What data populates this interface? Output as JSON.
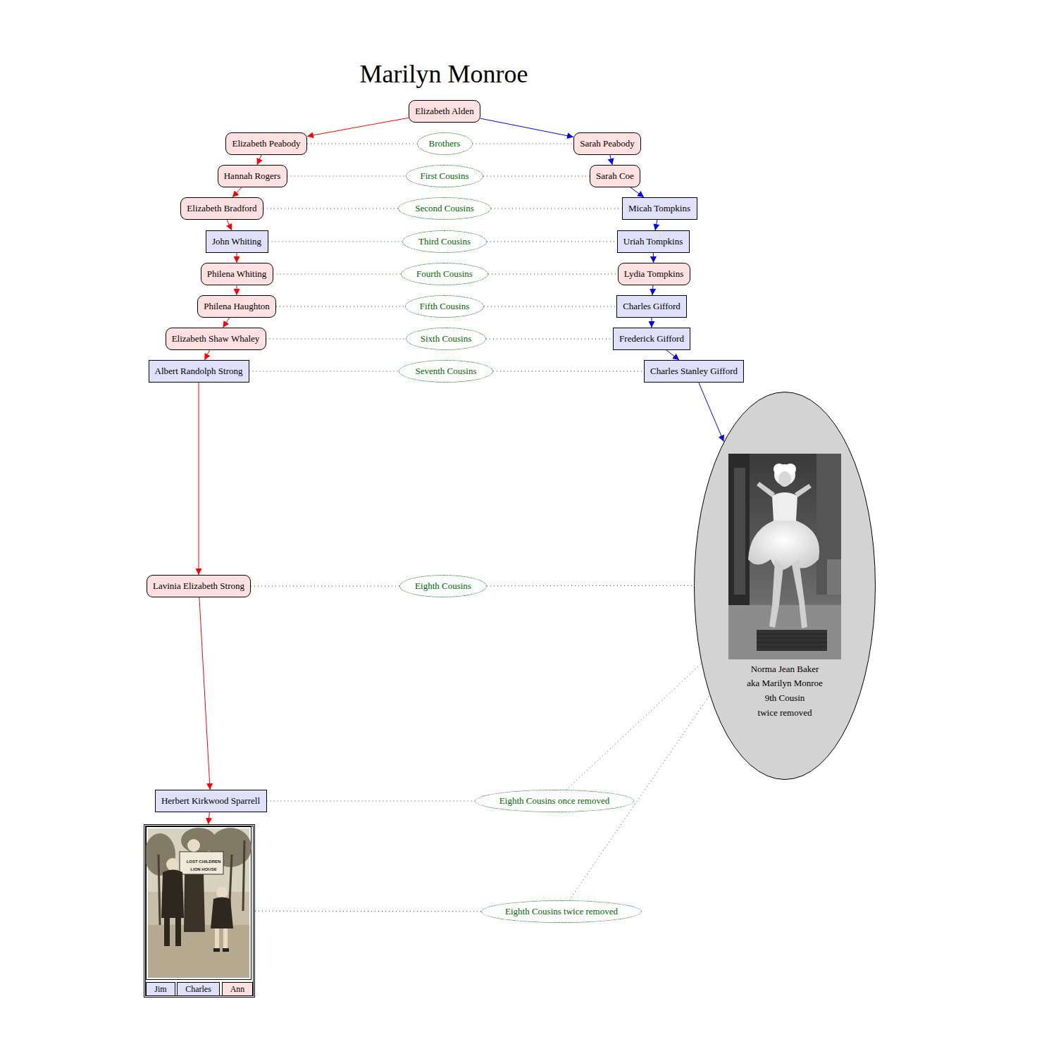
{
  "diagram": {
    "title": "Marilyn Monroe",
    "nodes": [
      {
        "text": [
          "Elizabeth Alden"
        ]
      },
      {
        "text": [
          "Elizabeth Peabody"
        ]
      },
      {
        "text": [
          "Brothers"
        ]
      },
      {
        "text": [
          "Sarah Peabody"
        ]
      },
      {
        "text": [
          "Hannah Rogers"
        ]
      },
      {
        "text": [
          "First Cousins"
        ]
      },
      {
        "text": [
          "Sarah Coe"
        ]
      },
      {
        "text": [
          "Elizabeth Bradford"
        ]
      },
      {
        "text": [
          "Second Cousins"
        ]
      },
      {
        "text": [
          "Micah Tompkins"
        ]
      },
      {
        "text": [
          "John Whiting"
        ]
      },
      {
        "text": [
          "Third Cousins"
        ]
      },
      {
        "text": [
          "Uriah Tompkins"
        ]
      },
      {
        "text": [
          "Philena Whiting"
        ]
      },
      {
        "text": [
          "Fourth Cousins"
        ]
      },
      {
        "text": [
          "Lydia Tompkins"
        ]
      },
      {
        "text": [
          "Philena Haughton"
        ]
      },
      {
        "text": [
          "Fifth Cousins"
        ]
      },
      {
        "text": [
          "Charles Gifford"
        ]
      },
      {
        "text": [
          "Elizabeth Shaw Whaley"
        ]
      },
      {
        "text": [
          "Sixth Cousins"
        ]
      },
      {
        "text": [
          "Frederick Gifford"
        ]
      },
      {
        "text": [
          "Albert Randolph Strong"
        ]
      },
      {
        "text": [
          "Seventh Cousins"
        ]
      },
      {
        "text": [
          "Charles Stanley Gifford"
        ]
      },
      {
        "text": [
          "Norma Jean Baker",
          "aka Marilyn Monroe",
          "9th Cousin",
          "twice removed"
        ]
      },
      {
        "text": [
          "Lavinia Elizabeth Strong"
        ]
      },
      {
        "text": [
          "Eighth Cousins"
        ]
      },
      {
        "text": [
          "Herbert Kirkwood Sparrell"
        ]
      },
      {
        "text": [
          "Eighth Cousins once removed"
        ]
      },
      {
        "text": []
      },
      {
        "text": [
          "Jim"
        ],
        "in": 30
      },
      {
        "text": [
          "Charles"
        ],
        "in": 30
      },
      {
        "text": [
          "Ann"
        ],
        "in": 30
      },
      {
        "text": [
          "Eighth Cousins twice removed"
        ]
      }
    ],
    "edges": [
      {
        "from": 0,
        "to": 1,
        "arrow": "to"
      },
      {
        "from": 0,
        "to": 3,
        "arrow": "to"
      },
      {
        "from": 1,
        "to": 4,
        "arrow": "to"
      },
      {
        "from": 4,
        "to": 7,
        "arrow": "to"
      },
      {
        "from": 7,
        "to": 10,
        "arrow": "to"
      },
      {
        "from": 10,
        "to": 13,
        "arrow": "to"
      },
      {
        "from": 13,
        "to": 16,
        "arrow": "to"
      },
      {
        "from": 16,
        "to": 19,
        "arrow": "to"
      },
      {
        "from": 19,
        "to": 22,
        "arrow": "to"
      },
      {
        "from": 22,
        "to": 26,
        "arrow": "to"
      },
      {
        "from": 26,
        "to": 28,
        "arrow": "to"
      },
      {
        "from": 28,
        "to": 30,
        "arrow": "to"
      },
      {
        "from": 3,
        "to": 6,
        "arrow": "to"
      },
      {
        "from": 6,
        "to": 9,
        "arrow": "to"
      },
      {
        "from": 9,
        "to": 12,
        "arrow": "to"
      },
      {
        "from": 12,
        "to": 15,
        "arrow": "to"
      },
      {
        "from": 15,
        "to": 18,
        "arrow": "to"
      },
      {
        "from": 18,
        "to": 21,
        "arrow": "to"
      },
      {
        "from": 21,
        "to": 24,
        "arrow": "to"
      },
      {
        "from": 24,
        "to": 25,
        "arrow": "to"
      },
      {
        "from": 1,
        "to": 2,
        "arrow": "none"
      },
      {
        "from": 2,
        "to": 3,
        "arrow": "none"
      },
      {
        "from": 4,
        "to": 5,
        "arrow": "none"
      },
      {
        "from": 5,
        "to": 6,
        "arrow": "none"
      },
      {
        "from": 7,
        "to": 8,
        "arrow": "none"
      },
      {
        "from": 8,
        "to": 9,
        "arrow": "none"
      },
      {
        "from": 10,
        "to": 11,
        "arrow": "none"
      },
      {
        "from": 11,
        "to": 12,
        "arrow": "none"
      },
      {
        "from": 13,
        "to": 14,
        "arrow": "none"
      },
      {
        "from": 14,
        "to": 15,
        "arrow": "none"
      },
      {
        "from": 16,
        "to": 17,
        "arrow": "none"
      },
      {
        "from": 17,
        "to": 18,
        "arrow": "none"
      },
      {
        "from": 19,
        "to": 20,
        "arrow": "none"
      },
      {
        "from": 20,
        "to": 21,
        "arrow": "none"
      },
      {
        "from": 22,
        "to": 23,
        "arrow": "none"
      },
      {
        "from": 23,
        "to": 24,
        "arrow": "none"
      },
      {
        "from": 26,
        "to": 27,
        "arrow": "none"
      },
      {
        "from": 27,
        "to": 25,
        "arrow": "none"
      },
      {
        "from": 28,
        "to": 29,
        "arrow": "none"
      },
      {
        "from": 29,
        "to": 25,
        "arrow": "none"
      },
      {
        "from": 30,
        "to": 34,
        "arrow": "none"
      },
      {
        "from": 34,
        "to": 25,
        "arrow": "none"
      }
    ],
    "labels": [
      "LOST CHILDREN",
      "LION HOUSE"
    ]
  }
}
